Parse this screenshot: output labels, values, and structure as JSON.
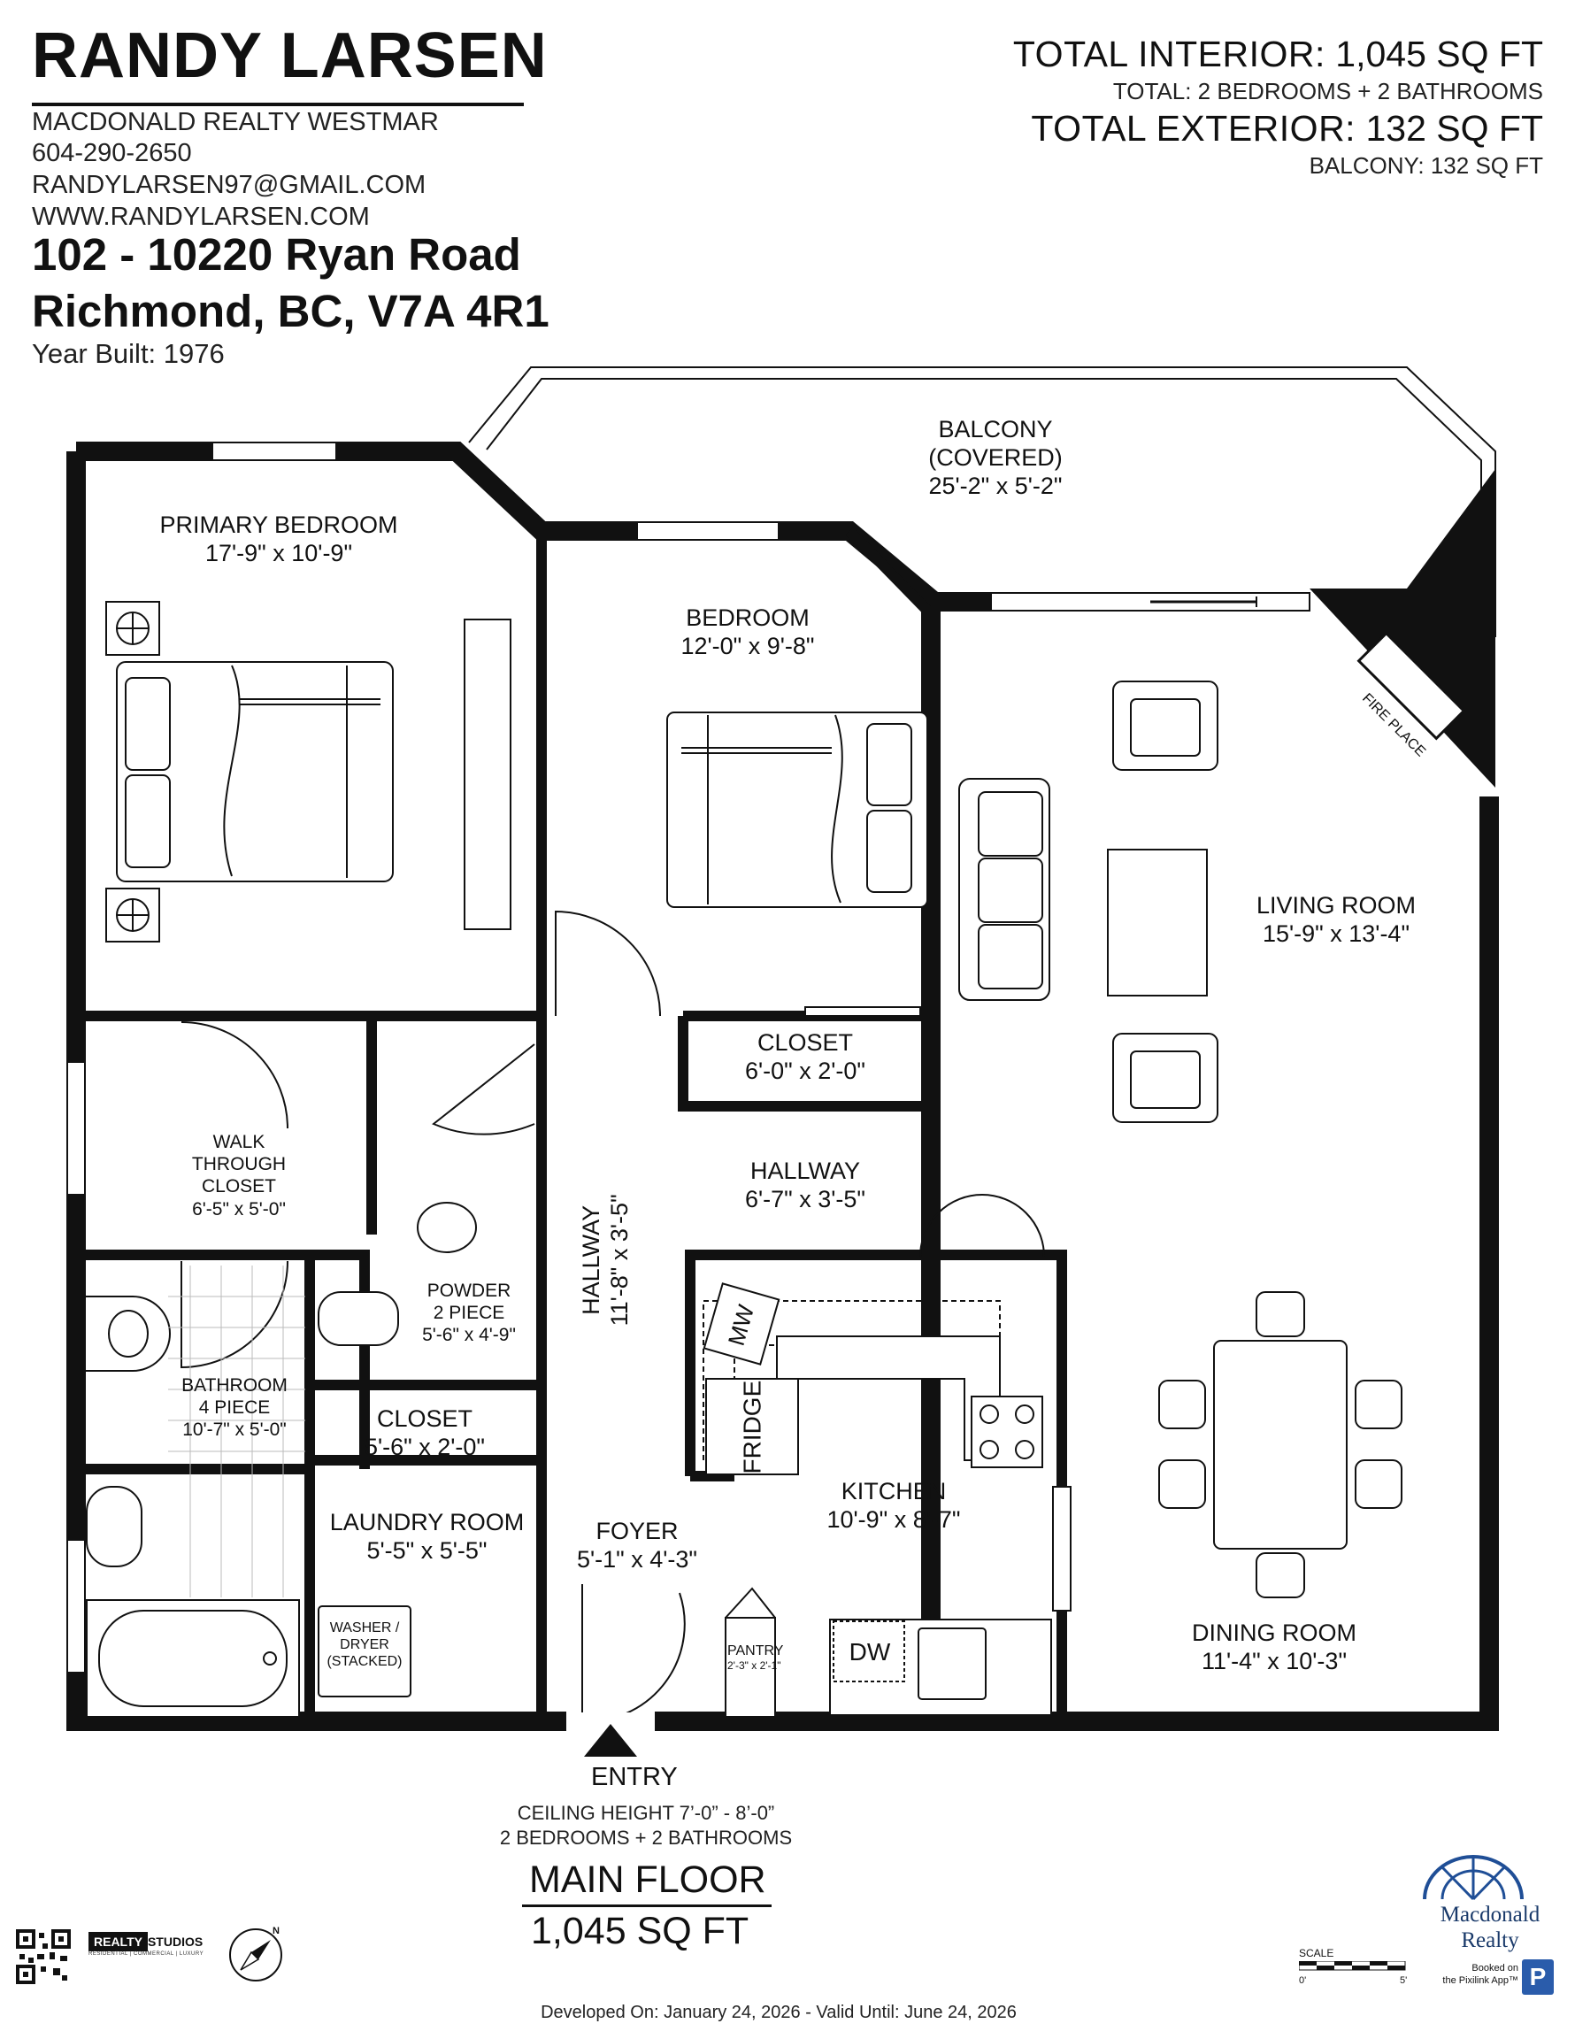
{
  "agent": {
    "name": "RANDY LARSEN",
    "brokerage": "MACDONALD REALTY WESTMAR",
    "phone": "604-290-2650",
    "email": "RANDYLARSEN97@GMAIL.COM",
    "website": "WWW.RANDYLARSEN.COM"
  },
  "property": {
    "address_line1": "102 - 10220 Ryan Road",
    "address_line2": "Richmond, BC, V7A 4R1",
    "year_built": "Year Built: 1976"
  },
  "summary": {
    "total_interior_label": "TOTAL INTERIOR:",
    "total_interior_value": "1,045 SQ FT",
    "total_rooms": "TOTAL: 2 BEDROOMS + 2 BATHROOMS",
    "total_exterior_label": "TOTAL EXTERIOR:",
    "total_exterior_value": "132 SQ FT",
    "balcony_area": "BALCONY: 132 SQ FT"
  },
  "rooms": {
    "balcony": {
      "l1": "BALCONY",
      "l2": "(COVERED)",
      "dim": "25'-2\" x 5'-2\""
    },
    "primary_bedroom": {
      "name": "PRIMARY BEDROOM",
      "dim": "17'-9\" x 10'-9\""
    },
    "bedroom": {
      "name": "BEDROOM",
      "dim": "12'-0\" x 9'-8\""
    },
    "living_room": {
      "name": "LIVING ROOM",
      "dim": "15'-9\" x 13'-4\""
    },
    "fireplace": {
      "name": "FIRE PLACE"
    },
    "closet_bedroom": {
      "name": "CLOSET",
      "dim": "6'-0\" x 2'-0\""
    },
    "walk_through_closet": {
      "l1": "WALK",
      "l2": "THROUGH",
      "l3": "CLOSET",
      "dim": "6'-5\" x 5'-0\""
    },
    "hallway_main": {
      "name": "HALLWAY",
      "dim": "6'-7\" x 3'-5\""
    },
    "hallway_vertical": {
      "name": "HALLWAY",
      "dim": "11'-8\" x 3'-5\""
    },
    "powder": {
      "l1": "POWDER",
      "l2": "2 PIECE",
      "dim": "5'-6\" x 4'-9\""
    },
    "bathroom": {
      "l1": "BATHROOM",
      "l2": "4 PIECE",
      "dim": "10'-7\" x 5'-0\""
    },
    "closet_hall": {
      "name": "CLOSET",
      "dim": "5'-6\" x 2'-0\""
    },
    "laundry": {
      "name": "LAUNDRY ROOM",
      "dim": "5'-5\" x 5'-5\""
    },
    "washer": {
      "l1": "WASHER /",
      "l2": "DRYER",
      "l3": "(STACKED)"
    },
    "foyer": {
      "name": "FOYER",
      "dim": "5'-1\" x 4'-3\""
    },
    "kitchen": {
      "name": "KITCHEN",
      "dim": "10'-9\" x 8'-7\""
    },
    "pantry": {
      "name": "PANTRY",
      "dim": "2'-3\" x 2'-1\""
    },
    "dining_room": {
      "name": "DINING ROOM",
      "dim": "11'-4\" x 10'-3\""
    }
  },
  "fixtures": {
    "microwave": "MW",
    "fridge": "FRIDGE",
    "dishwasher": "DW"
  },
  "entry": {
    "label": "ENTRY",
    "ceiling": "CEILING HEIGHT 7’-0” - 8’-0”",
    "rooms": "2 BEDROOMS + 2 BATHROOMS"
  },
  "floor": {
    "title_a": "MAIN",
    "title_b": "FLOOR",
    "area_a": "1,045",
    "area_b": "SQ FT"
  },
  "footer": {
    "developed": "Developed On: January 24, 2026 - Valid Until: June 24, 2026",
    "studios_a": "REALTY",
    "studios_b": "STUDIOS",
    "studios_tag": "RESIDENTIAL | COMMERCIAL | LUXURY",
    "brand_l1": "Macdonald",
    "brand_l2": "Realty",
    "scale": "SCALE",
    "scale_zero": "0'",
    "scale_five": "5'",
    "booked_l1": "Booked on",
    "booked_l2": "the Pixilink App™",
    "pixlink_icon": "P",
    "compass": "N"
  }
}
